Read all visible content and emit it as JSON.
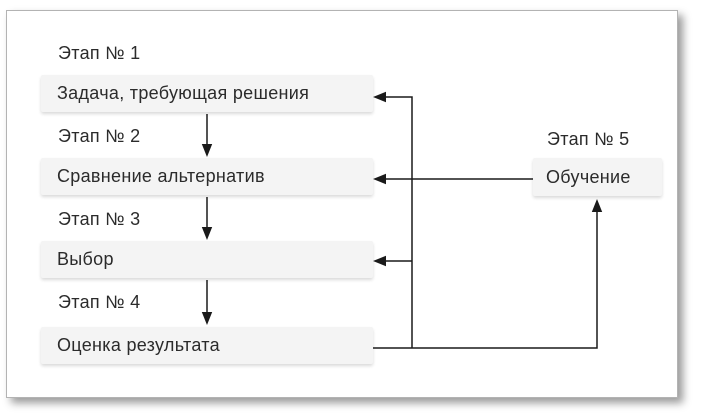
{
  "diagram": {
    "title_hint": "decision-making cycle flowchart",
    "stages": [
      {
        "label": "Этап № 1",
        "box": "Задача, требующая решения"
      },
      {
        "label": "Этап № 2",
        "box": "Сравнение альтернатив"
      },
      {
        "label": "Этап № 3",
        "box": "Выбор"
      },
      {
        "label": "Этап № 4",
        "box": "Оценка результата"
      },
      {
        "label": "Этап № 5",
        "box": "Обучение"
      }
    ],
    "edges": [
      {
        "from": "Задача, требующая решения",
        "to": "Сравнение альтернатив"
      },
      {
        "from": "Сравнение альтернатив",
        "to": "Выбор"
      },
      {
        "from": "Выбор",
        "to": "Оценка результата"
      },
      {
        "from": "Оценка результата",
        "to": "Задача, требующая решения"
      },
      {
        "from": "Оценка результата",
        "to": "Выбор"
      },
      {
        "from": "Оценка результата",
        "to": "Обучение"
      },
      {
        "from": "Обучение",
        "to": "Сравнение альтернатив"
      }
    ],
    "colors": {
      "box_bg": "#f4f4f4",
      "line": "#1a1a1a",
      "text": "#2b2b2b",
      "card_border": "#b3b3b3",
      "card_bg": "#ffffff"
    }
  }
}
